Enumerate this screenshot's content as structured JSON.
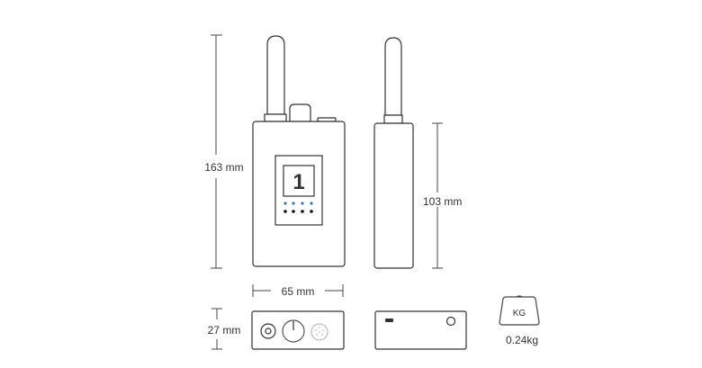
{
  "dimensions": {
    "height_label": "163 mm",
    "side_height_label": "103 mm",
    "width_label": "65 mm",
    "depth_label": "27 mm"
  },
  "display": {
    "channel_number": "1"
  },
  "weight": {
    "icon_label": "KG",
    "value": "0.24kg"
  },
  "colors": {
    "led_blue": "#2b7bc4",
    "line": "#333333"
  }
}
